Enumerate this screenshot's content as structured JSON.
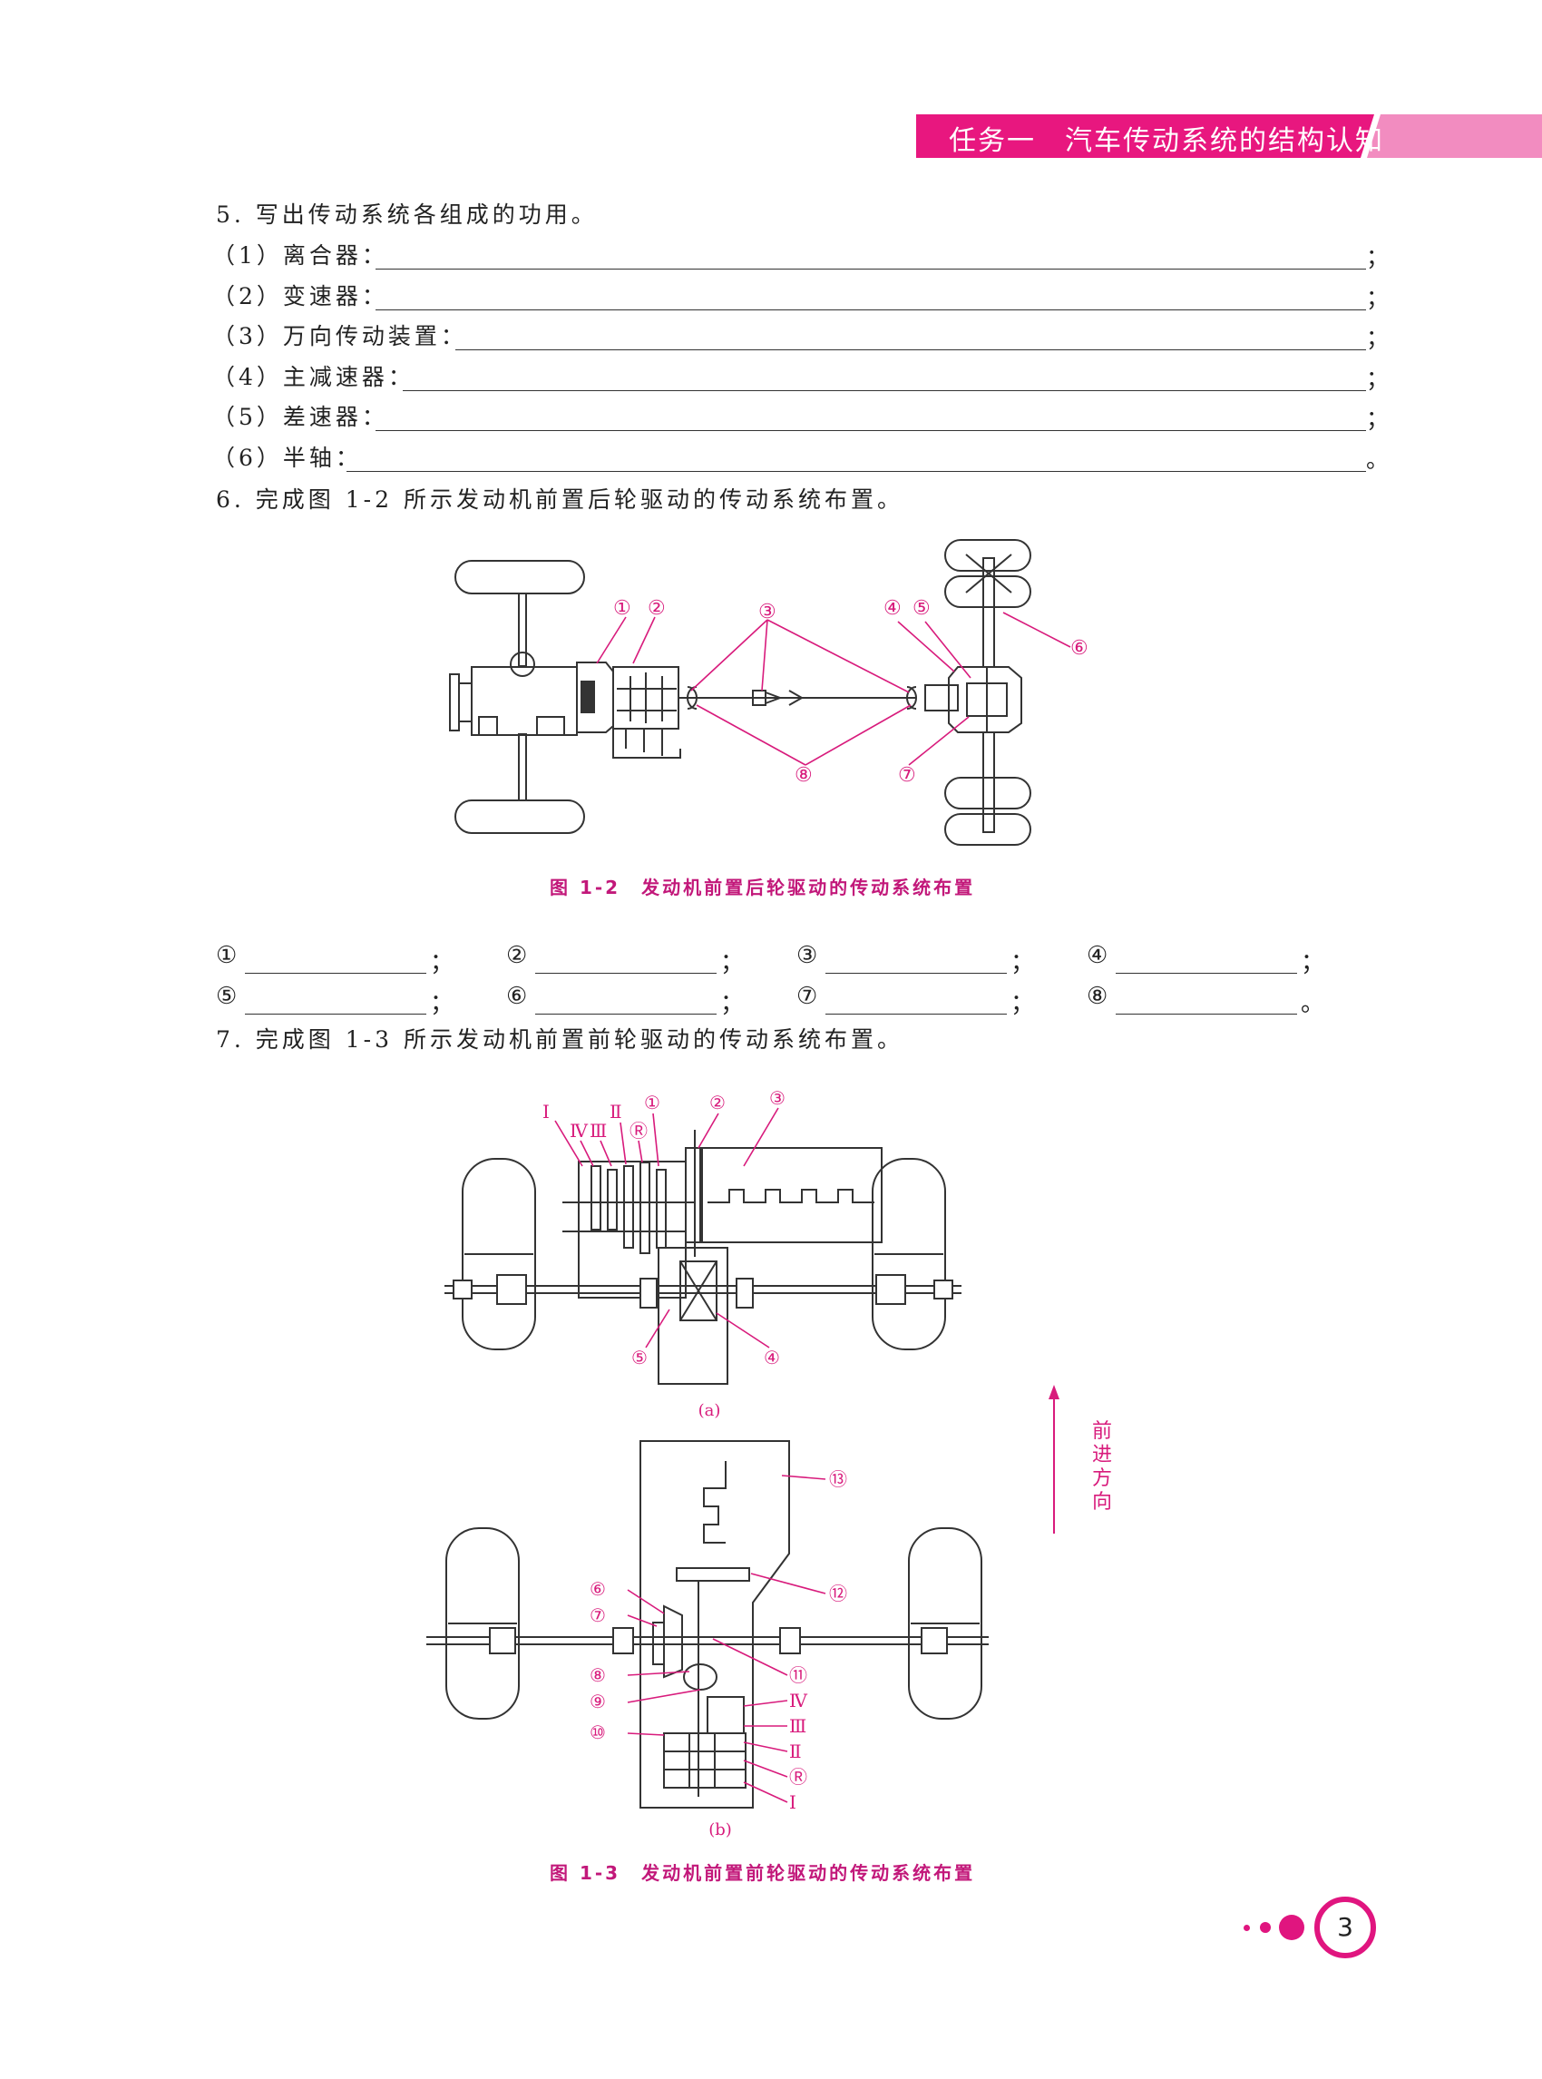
{
  "header": {
    "title": "任务一　汽车传动系统的结构认知"
  },
  "q5": {
    "title": "5. 写出传动系统各组成的功用。",
    "items": [
      {
        "label": "（1）离合器：",
        "end": "；"
      },
      {
        "label": "（2）变速器：",
        "end": "；"
      },
      {
        "label": "（3）万向传动装置：",
        "end": "；"
      },
      {
        "label": "（4）主减速器：",
        "end": "；"
      },
      {
        "label": "（5）差速器：",
        "end": "；"
      },
      {
        "label": "（6）半轴：",
        "end": "。"
      }
    ]
  },
  "q6": {
    "title": "6. 完成图 1-2 所示发动机前置后轮驱动的传动系统布置。",
    "figure_caption": "图 1-2　发动机前置后轮驱动的传动系统布置",
    "callouts": [
      "①",
      "②",
      "③",
      "④",
      "⑤",
      "⑥",
      "⑦",
      "⑧"
    ],
    "answers": [
      {
        "num": "①",
        "end": "；"
      },
      {
        "num": "②",
        "end": "；"
      },
      {
        "num": "③",
        "end": "；"
      },
      {
        "num": "④",
        "end": "；"
      },
      {
        "num": "⑤",
        "end": "；"
      },
      {
        "num": "⑥",
        "end": "；"
      },
      {
        "num": "⑦",
        "end": "；"
      },
      {
        "num": "⑧",
        "end": "。"
      }
    ]
  },
  "q7": {
    "title": "7. 完成图 1-3 所示发动机前置前轮驱动的传动系统布置。",
    "figure_caption": "图 1-3　发动机前置前轮驱动的传动系统布置",
    "sub_a": "(a)",
    "sub_b": "(b)",
    "direction": "前进方向",
    "callouts_a": [
      "Ⅰ",
      "Ⅳ",
      "Ⅲ",
      "Ⅱ",
      "Ⓡ",
      "①",
      "②",
      "③",
      "④",
      "⑤"
    ],
    "callouts_b": [
      "⑬",
      "⑫",
      "⑥",
      "⑦",
      "⑧",
      "⑨",
      "⑩",
      "⑪",
      "Ⅳ",
      "Ⅲ",
      "Ⅱ",
      "Ⓡ",
      "Ⅰ"
    ]
  },
  "page": {
    "number": "3"
  },
  "colors": {
    "accent": "#e0157f",
    "banner": "#e8177f",
    "banner_light": "#f28cc0"
  }
}
